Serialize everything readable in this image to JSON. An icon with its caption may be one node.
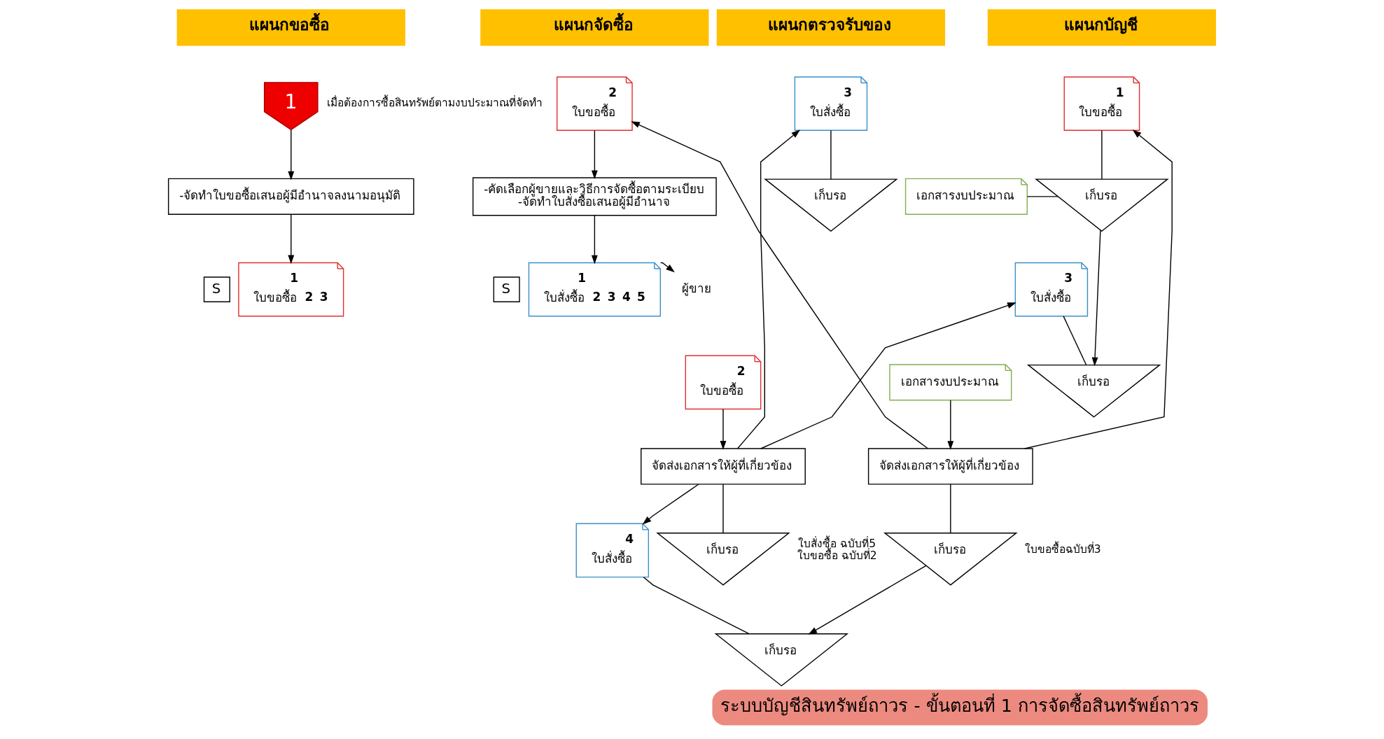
{
  "diagram": {
    "caption": "ระบบบัญชีสินทรัพย์ถาวร - ขั้นตอนที่ 1 การจัดซื้อสินทรัพย์ถาวร",
    "nodes": [
      {
        "text": [
          "แผนกขอซื้อ"
        ]
      },
      {
        "text": [
          "แผนกจัดซื้อ"
        ]
      },
      {
        "text": [
          "แผนกตรวจรับของ"
        ]
      },
      {
        "text": [
          "แผนกบัญชี"
        ]
      },
      {
        "text": [
          "1"
        ],
        "beside": [
          "เมื่อต้องการซื้อสินทรัพย์ตามงบประมาณที่จัดทำ"
        ]
      },
      {
        "text": [
          "-จัดทำใบขอซื้อเสนอผู้มีอำนาจลงนามอนุมัติ"
        ]
      },
      {
        "text": [
          "S"
        ]
      },
      {
        "text": [
          "1",
          "ใบขอซื้อ",
          "2",
          "3"
        ]
      },
      {
        "text": [
          "เอกสารงบประมาณ"
        ]
      },
      {
        "text": [
          "จัดส่งเอกสารให้ผู้ที่เกี่ยวข้อง"
        ]
      },
      {
        "text": [
          "เก็บรอ"
        ],
        "beside": [
          "ใบขอซื้อฉบับที่3"
        ]
      },
      {
        "text": [
          "2",
          "ใบขอซื้อ"
        ]
      },
      {
        "text": [
          "-คัดเลือกผู้ขายและวิธีการจัดซื้อตามระเบียบ",
          "-จัดทำใบสั่งซื้อเสนอผู้มีอำนาจ"
        ]
      },
      {
        "text": [
          "S"
        ]
      },
      {
        "text": [
          "1",
          "ใบสั่งซื้อ",
          "2",
          "3",
          "4",
          "5"
        ]
      },
      {
        "text": [
          "ผู้ขาย"
        ]
      },
      {
        "text": [
          "2",
          "ใบขอซื้อ"
        ]
      },
      {
        "text": [
          "จัดส่งเอกสารให้ผู้ที่เกี่ยวข้อง"
        ]
      },
      {
        "text": [
          "เก็บรอ"
        ],
        "beside": [
          "ใบสั่งซื้อ ฉบับที่5",
          "ใบขอซื้อ ฉบับที่2"
        ]
      },
      {
        "text": [
          "4",
          "ใบสั่งซื้อ"
        ]
      },
      {
        "text": [
          "เก็บรอ"
        ]
      },
      {
        "text": [
          "3",
          "ใบสั่งซื้อ"
        ]
      },
      {
        "text": [
          "เก็บรอ"
        ]
      },
      {
        "text": [
          "1",
          "ใบขอซื้อ"
        ]
      },
      {
        "text": [
          "เอกสารงบประมาณ"
        ]
      },
      {
        "text": [
          "เก็บรอ"
        ]
      },
      {
        "text": [
          "3",
          "ใบสั่งซื้อ"
        ]
      },
      {
        "text": [
          "เก็บรอ"
        ]
      }
    ],
    "edges": [
      {
        "from": 4,
        "to": 5,
        "arrow": "to"
      },
      {
        "from": 5,
        "to": 7,
        "arrow": "to"
      },
      {
        "from": 8,
        "to": 9,
        "arrow": "to"
      },
      {
        "from": 9,
        "to": 10,
        "arrow": "none"
      },
      {
        "from": 9,
        "to": 11,
        "arrow": "to"
      },
      {
        "from": 9,
        "to": 23,
        "arrow": "to"
      },
      {
        "from": 10,
        "to": 20,
        "arrow": "to"
      },
      {
        "from": 19,
        "to": 20,
        "arrow": "none"
      },
      {
        "from": 11,
        "to": 12,
        "arrow": "to"
      },
      {
        "from": 12,
        "to": 14,
        "arrow": "to"
      },
      {
        "from": 14,
        "to": 15,
        "arrow": "to"
      },
      {
        "from": 16,
        "to": 17,
        "arrow": "to"
      },
      {
        "from": 17,
        "to": 18,
        "arrow": "none"
      },
      {
        "from": 17,
        "to": 19,
        "arrow": "to"
      },
      {
        "from": 17,
        "to": 21,
        "arrow": "to"
      },
      {
        "from": 17,
        "to": 26,
        "arrow": "to"
      },
      {
        "from": 21,
        "to": 22,
        "arrow": "none"
      },
      {
        "from": 23,
        "to": 25,
        "arrow": "none"
      },
      {
        "from": 24,
        "to": 25,
        "arrow": "none"
      },
      {
        "from": 25,
        "to": 27,
        "arrow": "to"
      },
      {
        "from": 26,
        "to": 27,
        "arrow": "none"
      }
    ]
  }
}
